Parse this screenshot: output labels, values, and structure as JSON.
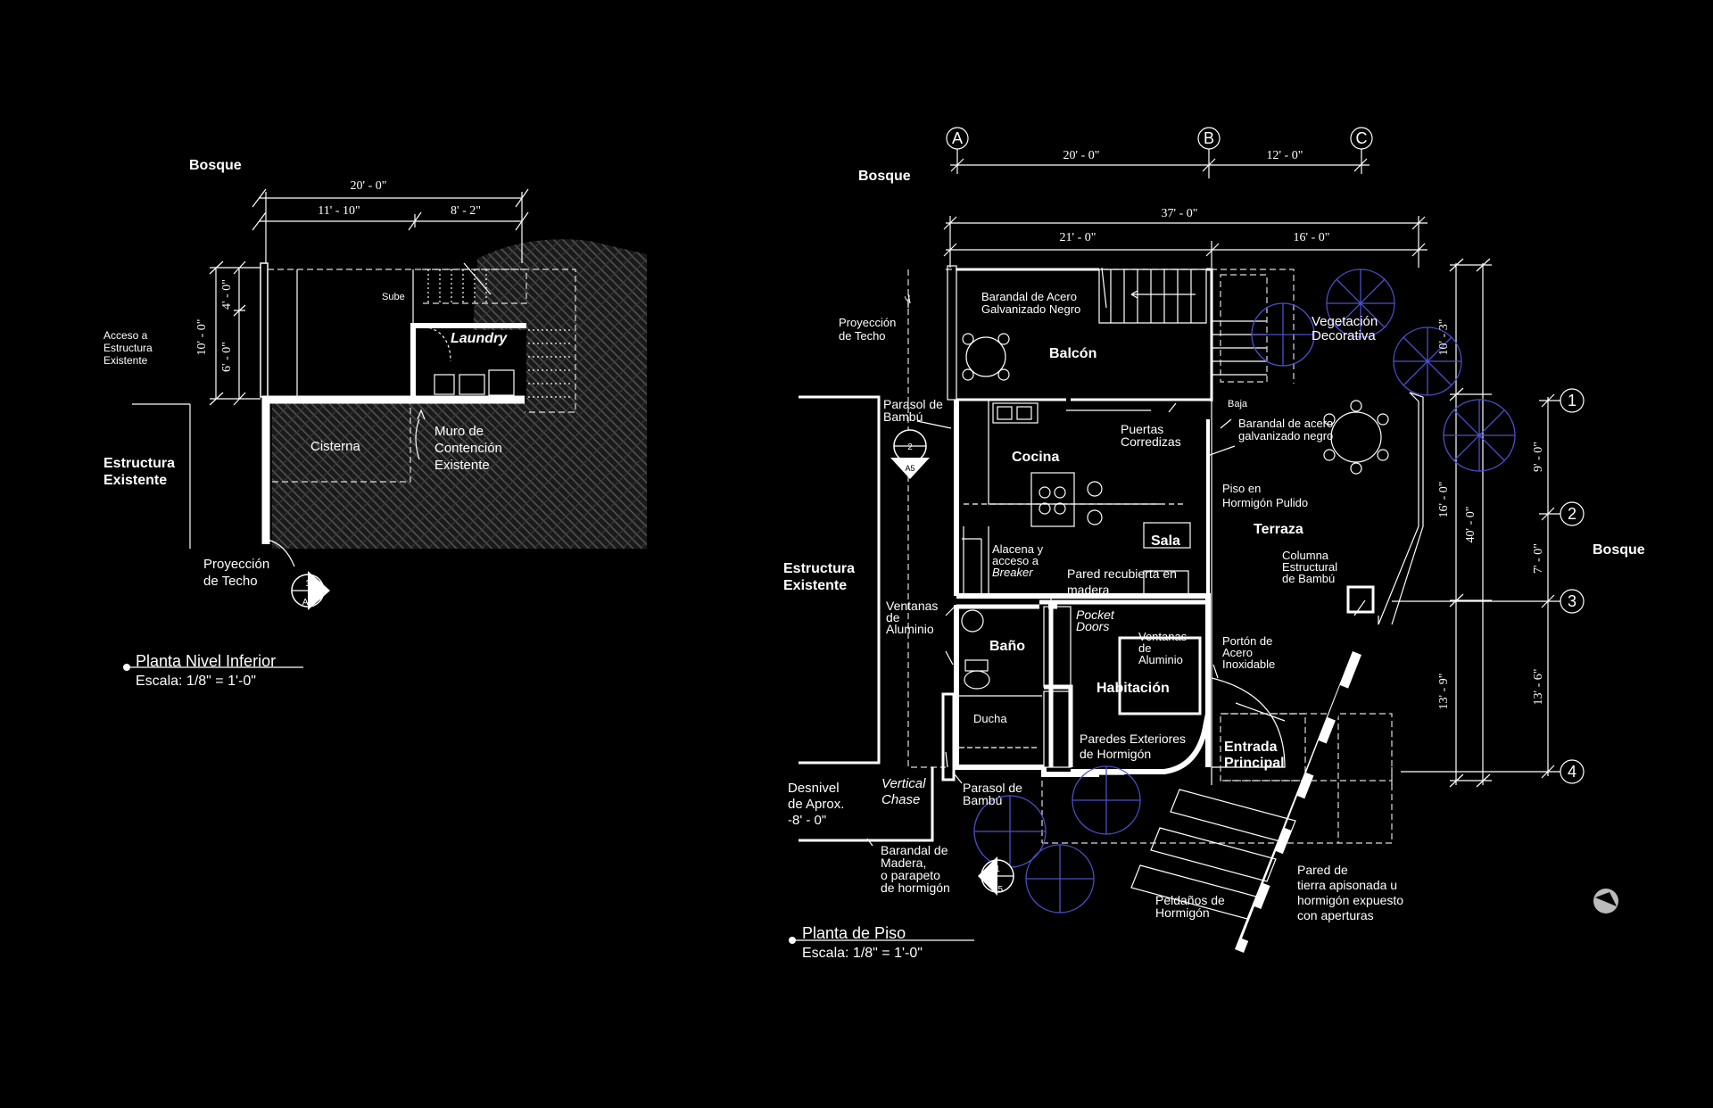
{
  "lower_plan": {
    "bosque": "Bosque",
    "dim_total": "20' - 0\"",
    "dim_left": "11' - 10\"",
    "dim_right": "8' - 2\"",
    "dim_vert_total": "10' - 0\"",
    "dim_vert_top": "4' - 0\"",
    "dim_vert_bottom": "6' - 0\"",
    "acceso": [
      "Acceso a",
      "Estructura",
      "Existente"
    ],
    "sube": "Sube",
    "laundry": "Laundry",
    "cisterna": "Cisterna",
    "muro": [
      "Muro de",
      "Contención",
      "Existente"
    ],
    "estructura": [
      "Estructura",
      "Existente"
    ],
    "proyeccion": [
      "Proyección",
      "de Techo"
    ],
    "section_num": "1",
    "section_sheet": "A5",
    "title": "Planta Nivel Inferior",
    "scale": "Escala: 1/8\" = 1'-0\""
  },
  "main_plan": {
    "grid_letters": [
      "A",
      "B",
      "C"
    ],
    "grid_numbers": [
      "1",
      "2",
      "3",
      "4"
    ],
    "dim_ab": "20' - 0\"",
    "dim_bc": "12' - 0\"",
    "dim_total": "37' - 0\"",
    "dim_left": "21' - 0\"",
    "dim_right": "16' - 0\"",
    "dim_r1": "10' - 3\"",
    "dim_r2": "16' - 0\"",
    "dim_r3": "13' - 9\"",
    "dim_rtotal": "40' - 0\"",
    "dim_g1": "9' - 0\"",
    "dim_g2": "7' - 0\"",
    "dim_g3": "13' - 6\"",
    "bosque_left": "Bosque",
    "bosque_right": "Bosque",
    "estructura": [
      "Estructura",
      "Existente"
    ],
    "proyeccion": [
      "Proyección",
      "de Techo"
    ],
    "barandal_acero": [
      "Barandal de Acero",
      "Galvanizado Negro"
    ],
    "balcon": "Balcón",
    "vegetacion": [
      "Vegetación",
      "Decorativa"
    ],
    "baja": "Baja",
    "barandal_acero2": [
      "Barandal de acero",
      "galvanizado negro"
    ],
    "parasol1": [
      "Parasol de",
      "Bambú"
    ],
    "puertas": [
      "Puertas",
      "Corredizas"
    ],
    "cocina": "Cocina",
    "piso": [
      "Piso en",
      "Hormigón Pulido"
    ],
    "sala": "Sala",
    "terraza": "Terraza",
    "alacena": [
      "Alacena y",
      "acceso a",
      "Breaker"
    ],
    "pared_recubierta": [
      "Pared recubierta en",
      "madera"
    ],
    "columna": [
      "Columna",
      "Estructural",
      "de Bambú"
    ],
    "ventanas1": [
      "Ventanas",
      "de",
      "Aluminio"
    ],
    "pocket": [
      "Pocket",
      "Doors"
    ],
    "ventanas2": [
      "Ventanas",
      "de",
      "Aluminio"
    ],
    "porton": [
      "Portón de",
      "Acero",
      "Inoxidable"
    ],
    "bano": "Baño",
    "habitacion": "Habitación",
    "ducha": "Ducha",
    "paredes_ext": [
      "Paredes Exteriores",
      "de Hormigón"
    ],
    "entrada": [
      "Entrada",
      "Principal"
    ],
    "desnivel": [
      "Desnivel",
      "de Aprox.",
      "-8' - 0\""
    ],
    "vertical": [
      "Vertical",
      "Chase"
    ],
    "parasol2": [
      "Parasol de",
      "Bambú"
    ],
    "barandal_madera": [
      "Barandal de",
      "Madera,",
      "o parapeto",
      "de hormigón"
    ],
    "peldanos": [
      "Peldaños de",
      "Hormigón"
    ],
    "pared_tierra": [
      "Pared de",
      "tierra apisonada u",
      "hormigón expuesto",
      "con aperturas"
    ],
    "section2_num": "2",
    "section1_num": "1",
    "section_sheet": "A5",
    "title": "Planta de Piso",
    "scale": "Escala: 1/8\" = 1'-0\""
  },
  "colors": {
    "background": "#000000",
    "lines": "#ffffff",
    "trees": "#4b4fc8"
  }
}
